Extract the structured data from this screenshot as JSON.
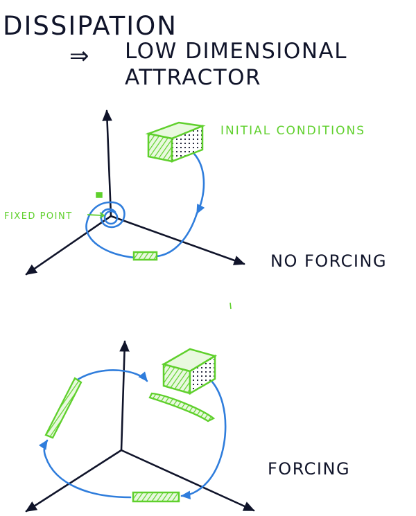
{
  "title": {
    "line1": "DISSIPATION",
    "arrow": "⇒",
    "line2": "LOW DIMENSIONAL",
    "line3": "ATTRACTOR"
  },
  "top_diagram": {
    "initial_label": "INITIAL CONDITIONS",
    "fixed_label": "FIXED POINT",
    "caption": "NO FORCING"
  },
  "bottom_diagram": {
    "caption": "FORCING"
  },
  "colors": {
    "ink": "#10142a",
    "green": "#5fd02c",
    "blue": "#2f7ddc"
  }
}
